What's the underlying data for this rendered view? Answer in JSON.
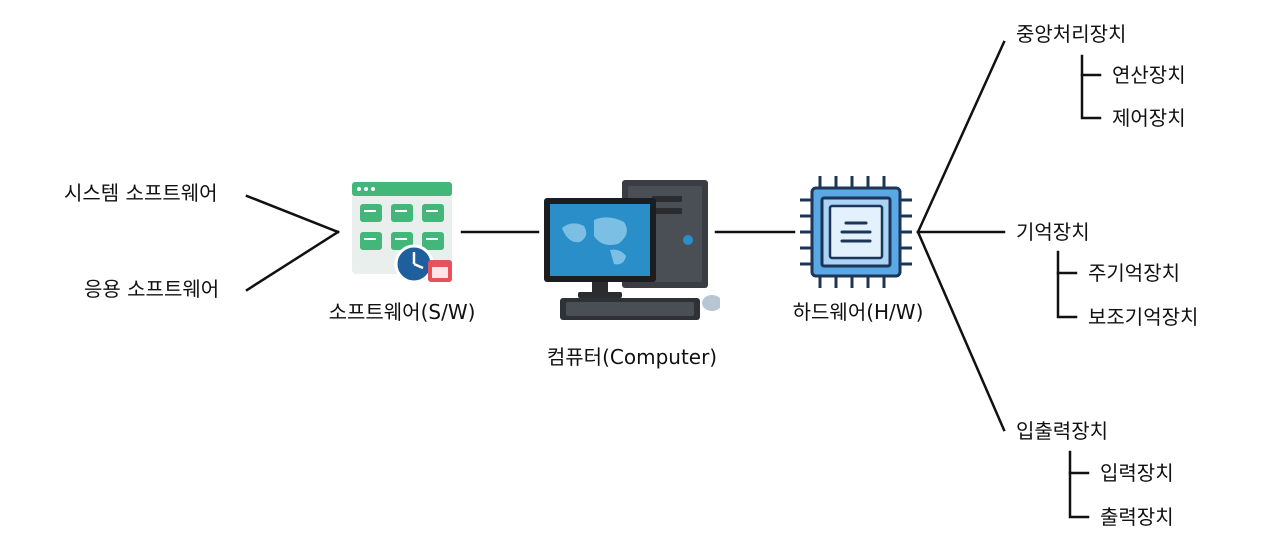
{
  "diagram": {
    "software_types": [
      "시스템 소프트웨어",
      "응용 소프트웨어"
    ],
    "software": "소프트웨어(S/W)",
    "computer": "컴퓨터(Computer)",
    "hardware": "하드웨어(H/W)",
    "hardware_parts": [
      {
        "name": "중앙처리장치",
        "children": [
          "연산장치",
          "제어장치"
        ]
      },
      {
        "name": "기억장치",
        "children": [
          "주기억장치",
          "보조기억장치"
        ]
      },
      {
        "name": "입출력장치",
        "children": [
          "입력장치",
          "출력장치"
        ]
      }
    ]
  },
  "colors": {
    "line": "#111111",
    "software_green": "#43b77a",
    "software_blue": "#1f5f9e",
    "calendar_red": "#e8505b",
    "chip_blue": "#5aa9e6",
    "chip_dark": "#1d3557",
    "monitor_screen": "#2a8fc9",
    "tower_gray": "#3a3d42"
  }
}
